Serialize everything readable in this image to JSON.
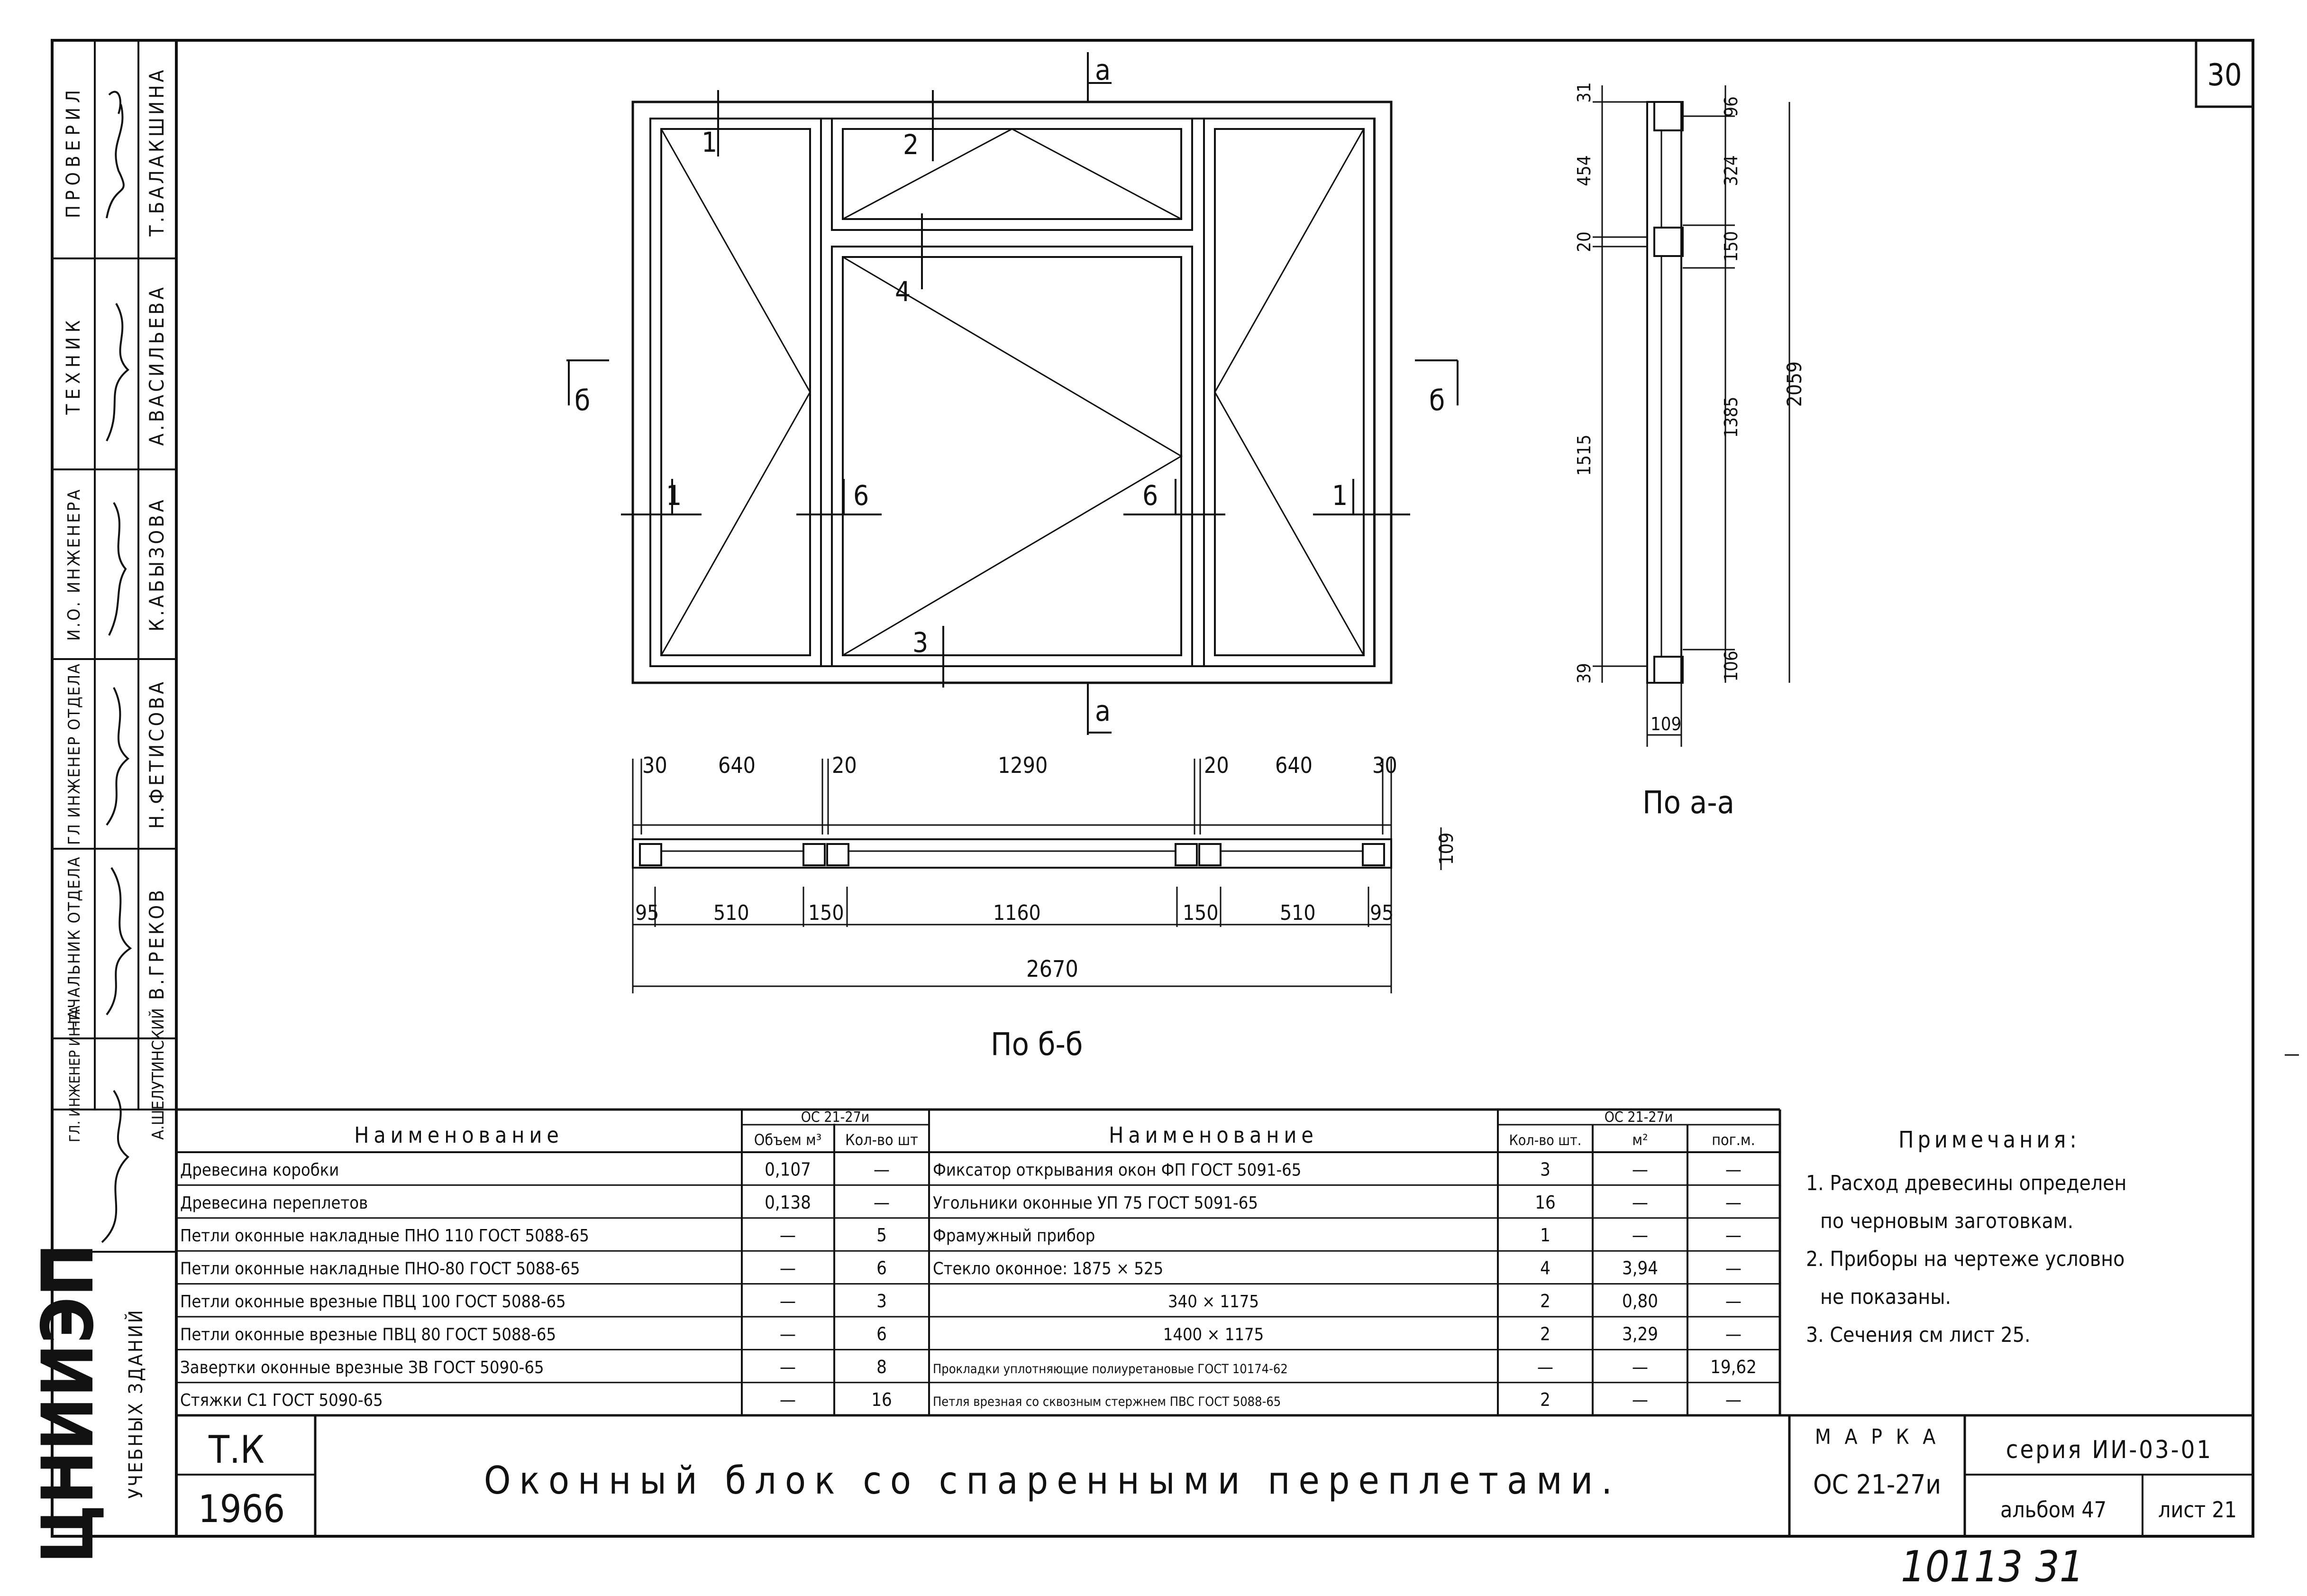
{
  "sheet_number": "30",
  "stamp_left": {
    "roles": [
      "ПРОВЕРИЛ",
      "ТЕХНИК",
      "И.О. ИНЖЕНЕРА",
      "ГЛ ИНЖЕНЕР ОТДЕЛА",
      "НАЧАЛЬНИК ОТДЕЛА",
      "ГЛ. ИНЖЕНЕР ИН-ТА"
    ],
    "names": [
      "Т.БАЛАКШИНА",
      "А.ВАСИЛЬЕВА",
      "К.АБЫЗОВА",
      "Н.ФЕТИСОВА",
      "В.ГРЕКОВ",
      "А.ШЕЛУТИНСКИЙ"
    ],
    "org": "ЦНИИЭП",
    "org_sub": "УЧЕБНЫХ ЗДАНИЙ"
  },
  "elevation": {
    "section_labels": {
      "a_top": "а",
      "a_bottom": "а",
      "b_left": "б",
      "b_right": "б"
    },
    "callouts": [
      "1",
      "2",
      "4",
      "1",
      "6",
      "6",
      "1",
      "3"
    ]
  },
  "plan_section": {
    "dims_top": [
      "30",
      "640",
      "20",
      "1290",
      "20",
      "640",
      "30"
    ],
    "dims_bottom": [
      "95",
      "510",
      "150",
      "1160",
      "150",
      "510",
      "95"
    ],
    "dim_total": "2670",
    "dim_height": "109",
    "caption": "По б-б"
  },
  "vertical_section": {
    "dims_left": [
      "31",
      "454",
      "20",
      "1515",
      "39"
    ],
    "dims_right": [
      "96",
      "324",
      "150",
      "1385",
      "106"
    ],
    "dim_total": "2059",
    "dim_bottom": "109",
    "caption": "По а-а"
  },
  "spec_table": {
    "group_header": "ОС 21-27и",
    "left_headers": [
      "Наименование",
      "Объем м³",
      "Кол-во шт"
    ],
    "left_rows": [
      [
        "Древесина коробки",
        "0,107",
        "—"
      ],
      [
        "Древесина переплетов",
        "0,138",
        "—"
      ],
      [
        "Петли оконные накладные ПНО 110 ГОСТ 5088-65",
        "—",
        "5"
      ],
      [
        "Петли оконные накладные ПНО-80 ГОСТ 5088-65",
        "—",
        "6"
      ],
      [
        "Петли оконные врезные ПВЦ 100 ГОСТ 5088-65",
        "—",
        "3"
      ],
      [
        "Петли оконные врезные ПВЦ 80 ГОСТ 5088-65",
        "—",
        "6"
      ],
      [
        "Завертки оконные врезные ЗВ ГОСТ 5090-65",
        "—",
        "8"
      ],
      [
        "Стяжки С1 ГОСТ 5090-65",
        "—",
        "16"
      ]
    ],
    "right_headers": [
      "Наименование",
      "Кол-во шт.",
      "м²",
      "пог.м."
    ],
    "right_rows": [
      [
        "Фиксатор открывания окон ФП ГОСТ 5091-65",
        "3",
        "—",
        "—"
      ],
      [
        "Угольники оконные УП 75 ГОСТ 5091-65",
        "16",
        "—",
        "—"
      ],
      [
        "Фрамужный прибор",
        "1",
        "—",
        "—"
      ],
      [
        "Стекло оконное: 1875 × 525",
        "4",
        "3,94",
        "—"
      ],
      [
        "340 × 1175",
        "2",
        "0,80",
        "—"
      ],
      [
        "1400 × 1175",
        "2",
        "3,29",
        "—"
      ],
      [
        "Прокладки уплотняющие полиуретановые ГОСТ 10174-62",
        "—",
        "—",
        "19,62"
      ],
      [
        "Петля врезная со сквозным стержнем ПВС ГОСТ 5088-65",
        "2",
        "—",
        "—"
      ]
    ]
  },
  "notes": {
    "title": "Примечания:",
    "items": [
      "1. Расход древесины определен",
      "по черновым заготовкам.",
      "2. Приборы на чертеже условно",
      "не показаны.",
      "3. Сечения см лист 25."
    ]
  },
  "title_block": {
    "code": "Т.К",
    "year": "1966",
    "title": "Оконный блок со спаренными переплетами.",
    "marka_label": "М А Р К А",
    "marka_value": "ОС 21-27и",
    "series": "серия ИИ-03-01",
    "album": "альбом 47",
    "sheet": "лист 21"
  },
  "handwritten_number": "10113 31"
}
